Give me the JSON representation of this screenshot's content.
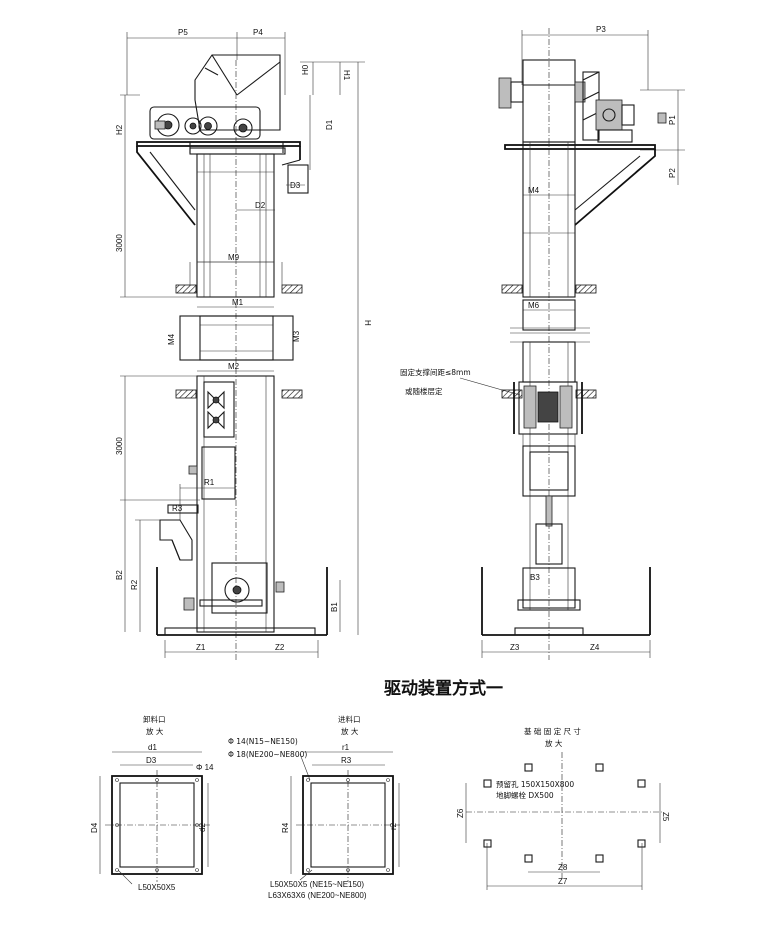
{
  "title": "驱动装置方式一",
  "dims": {
    "P5": "P5",
    "P4": "P4",
    "P3": "P3",
    "P1": "P1",
    "P2": "P2",
    "H0": "H0",
    "H1": "H1",
    "H2": "H2",
    "H": "H",
    "D1": "D1",
    "D2": "D2",
    "D3": "D3",
    "d1": "d1",
    "d2": "d2",
    "D4": "D4",
    "r1": "r1",
    "r2": "r2",
    "R1": "R1",
    "R2": "R2",
    "R3": "R3",
    "R4": "R4",
    "B1": "B1",
    "B2": "B2",
    "B3": "B3",
    "M1": "M1",
    "M2": "M2",
    "M3": "M3",
    "M4": "M4",
    "M6": "M6",
    "M9": "M9",
    "Z1": "Z1",
    "Z2": "Z2",
    "Z3": "Z3",
    "Z4": "Z4",
    "Z5": "Z5",
    "Z6": "Z6",
    "Z7": "Z7",
    "Z8": "Z8",
    "h3000a": "3000",
    "h3000b": "3000"
  },
  "labels": {
    "support_note_1": "固定支撑间距≤8mm",
    "support_note_2": "或随楼层定",
    "outlet_title": "卸料口",
    "outlet_sub": "放 大",
    "inlet_title": "进料口",
    "inlet_sub": "放 大",
    "found_title": "基 础 固 定 尺 寸",
    "found_sub": "放 大",
    "phi14": "Φ 14",
    "phi14_range": "Φ 14(N15~NE150)",
    "phi18_range": "Φ 18(NE200~NE800)",
    "angle_out": "L50X50X5",
    "angle_in_1": "L50X50X5 (NE15~NE150)",
    "angle_in_2": "L63X63X6 (NE200~NE800)",
    "bolt_hole": "预留孔 150X150X800",
    "anchor_bolt": "地脚螺栓 DX500"
  }
}
